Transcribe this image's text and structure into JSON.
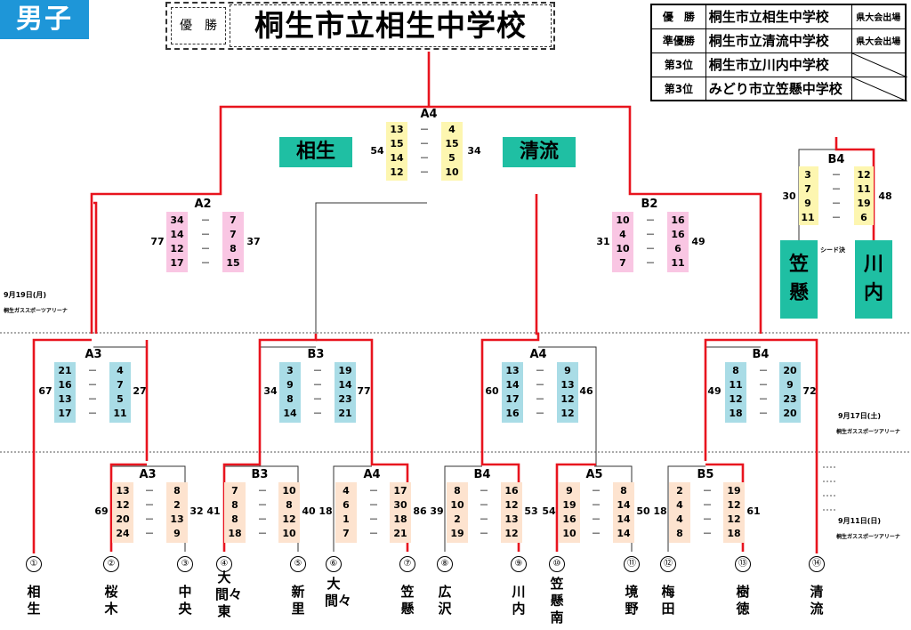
{
  "badge": "男子",
  "champion": {
    "label": "優　勝",
    "name": "桐生市立相生中学校"
  },
  "results": [
    {
      "rank": "優　勝",
      "name": "桐生市立相生中学校",
      "note": "県大会出場"
    },
    {
      "rank": "準優勝",
      "name": "桐生市立清流中学校",
      "note": "県大会出場"
    },
    {
      "rank": "第3位",
      "name": "桐生市立川内中学校",
      "note": ""
    },
    {
      "rank": "第3位",
      "name": "みどり市立笠懸中学校",
      "note": ""
    }
  ],
  "final_teams": {
    "left": "相生",
    "right": "清流"
  },
  "seed": {
    "label": "シード決",
    "left": "笠懸",
    "right": "川内"
  },
  "dates": [
    {
      "date": "9月19日(月)",
      "venue": "桐生ガススポーツアリーナ"
    },
    {
      "date": "9月17日(土)",
      "venue": "桐生ガススポーツアリーナ"
    },
    {
      "date": "9月11日(日)",
      "venue": "桐生ガススポーツアリーナ"
    }
  ],
  "teams": [
    {
      "no": "①",
      "name": "相生"
    },
    {
      "no": "②",
      "name": "桜木"
    },
    {
      "no": "③",
      "name": "中央"
    },
    {
      "no": "④",
      "name": "大間々東"
    },
    {
      "no": "⑤",
      "name": "新里"
    },
    {
      "no": "⑥",
      "name": "大間々"
    },
    {
      "no": "⑦",
      "name": "笠懸"
    },
    {
      "no": "⑧",
      "name": "広沢"
    },
    {
      "no": "⑨",
      "name": "川内"
    },
    {
      "no": "⑩",
      "name": "笠懸南"
    },
    {
      "no": "⑪",
      "name": "境野"
    },
    {
      "no": "⑫",
      "name": "梅田"
    },
    {
      "no": "⑬",
      "name": "樹徳"
    },
    {
      "no": "⑭",
      "name": "清流"
    }
  ],
  "matches": [
    {
      "id": "final",
      "court": "A4",
      "left": [
        "13",
        "15",
        "14",
        "12"
      ],
      "right": [
        "4",
        "15",
        "5",
        "10"
      ],
      "left_total": "54",
      "right_total": "34",
      "color": "#fdf6b0"
    },
    {
      "id": "semi-left",
      "court": "A2",
      "left": [
        "34",
        "14",
        "12",
        "17"
      ],
      "right": [
        "7",
        "7",
        "8",
        "15"
      ],
      "left_total": "77",
      "right_total": "37",
      "color": "#f9c6e3"
    },
    {
      "id": "semi-right",
      "court": "B2",
      "left": [
        "10",
        "4",
        "10",
        "7"
      ],
      "right": [
        "16",
        "16",
        "6",
        "11"
      ],
      "left_total": "31",
      "right_total": "49",
      "color": "#f9c6e3"
    },
    {
      "id": "seed-decider",
      "court": "B4",
      "left": [
        "3",
        "7",
        "9",
        "11"
      ],
      "right": [
        "12",
        "11",
        "19",
        "6"
      ],
      "left_total": "30",
      "right_total": "48",
      "color": "#fdf6b0"
    },
    {
      "id": "qf-1",
      "court": "A3",
      "left": [
        "21",
        "16",
        "13",
        "17"
      ],
      "right": [
        "4",
        "7",
        "5",
        "11"
      ],
      "left_total": "67",
      "right_total": "27",
      "color": "#a9dce6"
    },
    {
      "id": "qf-2",
      "court": "B3",
      "left": [
        "3",
        "9",
        "8",
        "14"
      ],
      "right": [
        "19",
        "14",
        "23",
        "21"
      ],
      "left_total": "34",
      "right_total": "77",
      "color": "#a9dce6"
    },
    {
      "id": "qf-3",
      "court": "A4",
      "left": [
        "13",
        "14",
        "17",
        "16"
      ],
      "right": [
        "9",
        "13",
        "12",
        "12"
      ],
      "left_total": "60",
      "right_total": "46",
      "color": "#a9dce6"
    },
    {
      "id": "qf-4",
      "court": "B4",
      "left": [
        "8",
        "11",
        "12",
        "18"
      ],
      "right": [
        "20",
        "9",
        "23",
        "20"
      ],
      "left_total": "49",
      "right_total": "72",
      "color": "#a9dce6"
    },
    {
      "id": "r1-1",
      "court": "A3",
      "left": [
        "13",
        "12",
        "20",
        "24"
      ],
      "right": [
        "8",
        "2",
        "13",
        "9"
      ],
      "left_total": "69",
      "right_total": "32",
      "color": "#fde3cf"
    },
    {
      "id": "r1-2",
      "court": "B3",
      "left": [
        "7",
        "8",
        "8",
        "18"
      ],
      "right": [
        "10",
        "8",
        "12",
        "10"
      ],
      "left_total": "41",
      "right_total": "40",
      "color": "#fde3cf"
    },
    {
      "id": "r1-3",
      "court": "A4",
      "left": [
        "4",
        "6",
        "1",
        "7"
      ],
      "right": [
        "17",
        "30",
        "18",
        "21"
      ],
      "left_total": "18",
      "right_total": "86",
      "color": "#fde3cf"
    },
    {
      "id": "r1-4",
      "court": "B4",
      "left": [
        "8",
        "10",
        "2",
        "19"
      ],
      "right": [
        "16",
        "12",
        "13",
        "12"
      ],
      "left_total": "39",
      "right_total": "53",
      "color": "#fde3cf"
    },
    {
      "id": "r1-5",
      "court": "A5",
      "left": [
        "9",
        "19",
        "16",
        "10"
      ],
      "right": [
        "8",
        "14",
        "14",
        "14"
      ],
      "left_total": "54",
      "right_total": "50",
      "color": "#fde3cf"
    },
    {
      "id": "r1-6",
      "court": "B5",
      "left": [
        "2",
        "4",
        "4",
        "8"
      ],
      "right": [
        "19",
        "12",
        "12",
        "18"
      ],
      "left_total": "18",
      "right_total": "61",
      "color": "#fde3cf"
    }
  ],
  "dash": "－",
  "colors": {
    "win_line": "#e8141e",
    "lose_line": "#333333",
    "team_box": "#1fbfa3",
    "badge": "#1e96d8"
  }
}
